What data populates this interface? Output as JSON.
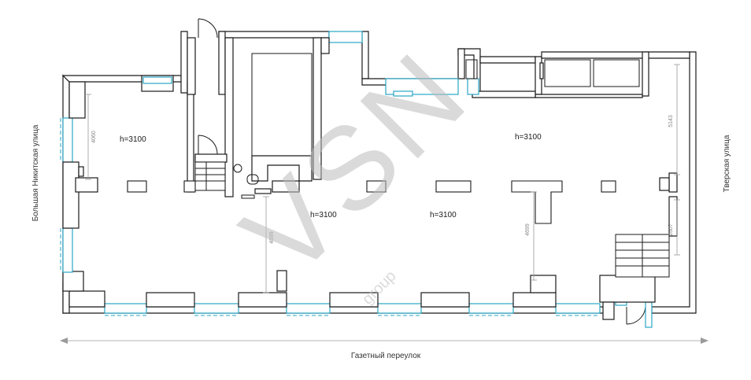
{
  "rooms": {
    "height_label_1": "h=3100",
    "height_label_2": "h=3100",
    "height_label_3": "h=3100",
    "height_label_4": "h=3100"
  },
  "dimensions": {
    "d1": "4060",
    "d2": "4699",
    "d3": "4699",
    "d4": "5143",
    "d5": "2607"
  },
  "streets": {
    "left": "Большая Никитская улица",
    "right": "Тверская улица",
    "bottom": "Газетный переулок"
  },
  "watermark": {
    "main": "VSN",
    "sub": "group"
  },
  "colors": {
    "window": "#2aa6c4",
    "wall": "#1a1a1a",
    "dimension": "#9a9a9a"
  }
}
